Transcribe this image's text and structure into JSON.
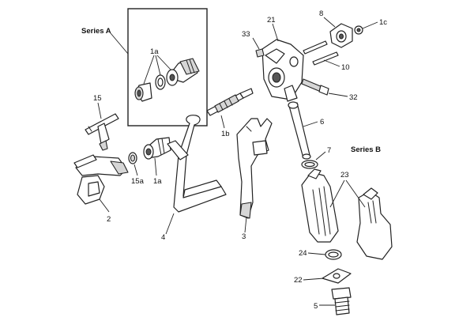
{
  "labels": {
    "series_a": "Series A",
    "series_b": "Series B",
    "p1a_top": "1a",
    "p1a": "1a",
    "p1b": "1b",
    "p1c": "1c",
    "p2": "2",
    "p3": "3",
    "p4": "4",
    "p5": "5",
    "p6": "6",
    "p7": "7",
    "p8": "8",
    "p10": "10",
    "p15": "15",
    "p15a": "15a",
    "p21": "21",
    "p22": "22",
    "p23": "23",
    "p24": "24",
    "p32": "32",
    "p33": "33"
  }
}
